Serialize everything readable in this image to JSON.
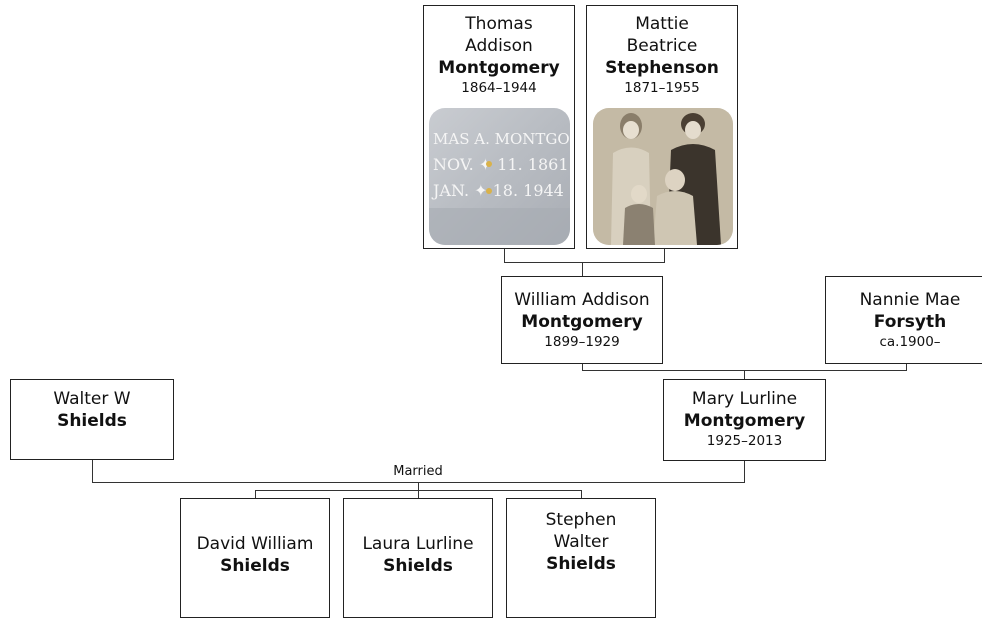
{
  "tree": {
    "thomas": {
      "given_1": "Thomas",
      "given_2": "Addison",
      "surname": "Montgomery",
      "dates": "1864–1944",
      "photo": {
        "kind": "gravestone",
        "lines": [
          "MAS  A. MONTGOM",
          "NOV. ✦ 11. 1861",
          "JAN. ✦ 18. 1944"
        ]
      }
    },
    "mattie": {
      "given_1": "Mattie",
      "given_2": "Beatrice",
      "surname": "Stephenson",
      "dates": "1871–1955",
      "photo": {
        "kind": "family-photo"
      }
    },
    "william": {
      "given": "William Addison",
      "surname": "Montgomery",
      "dates": "1899–1929"
    },
    "nannie": {
      "given": "Nannie Mae",
      "surname": "Forsyth",
      "dates": "ca.1900–"
    },
    "walter": {
      "given": "Walter W",
      "surname": "Shields"
    },
    "mary": {
      "given": "Mary Lurline",
      "surname": "Montgomery",
      "dates": "1925–2013"
    },
    "marriage_label": "Married",
    "children": [
      {
        "given": "David William",
        "surname": "Shields"
      },
      {
        "given": "Laura Lurline",
        "surname": "Shields"
      },
      {
        "given_1": "Stephen",
        "given_2": "Walter",
        "surname": "Shields"
      }
    ]
  },
  "colors": {
    "border": "#222222",
    "connector": "#333333",
    "gravestone": "#b8bcc2",
    "sepia": "#b9ae97"
  }
}
